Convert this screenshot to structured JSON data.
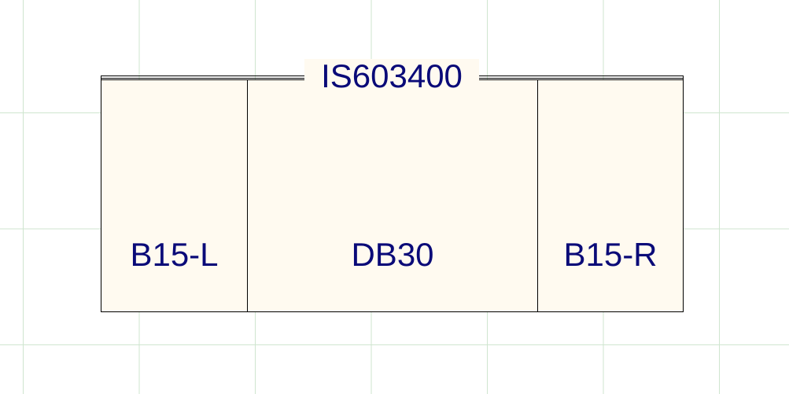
{
  "assembly": {
    "label": "IS603400"
  },
  "cabinets": [
    {
      "label": "B15-L"
    },
    {
      "label": "DB30"
    },
    {
      "label": "B15-R"
    }
  ],
  "colors": {
    "grid_line": "#cfe5cf",
    "cabinet_fill": "#fffaf0",
    "outline": "#000000",
    "label_text": "#0a0a78",
    "background": "#ffffff"
  }
}
